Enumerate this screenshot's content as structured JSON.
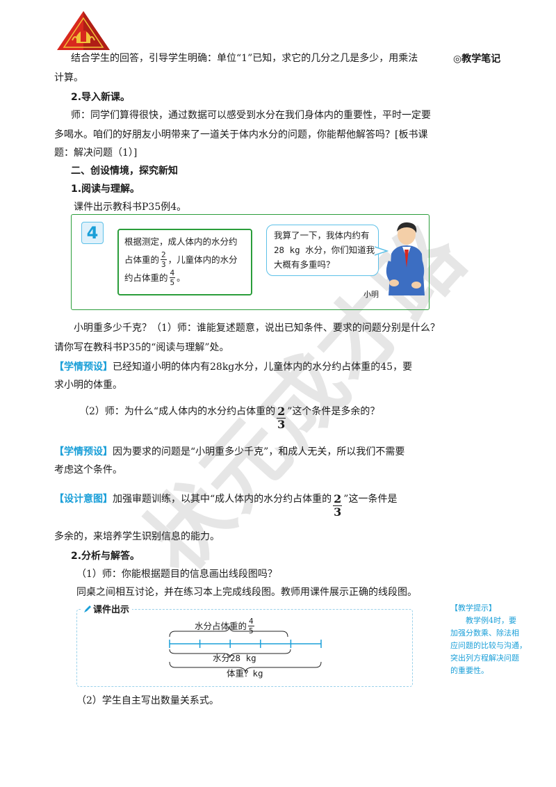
{
  "header": {
    "logo": "shield-logo"
  },
  "sidebar": {
    "notes_title": "◎教学笔记"
  },
  "lines": {
    "l1": "结合学生的回答，引导学生明确：单位“1”已知，求它的几分之几是多少，用乘法",
    "l2": "计算。",
    "h_intro": "2.导入新课。",
    "l3": "师：同学们算得很快，通过数据可以感受到水分在我们身体内的重要性，平时一定要",
    "l4": "多喝水。咱们的好朋友小明带来了一道关于体内水分的问题，你能帮他解答吗？[板书课",
    "l5": "题：解决问题（1）]",
    "h_sec2": "二、创设情境，探究新知",
    "h_read": "1.阅读与理解。",
    "l6": "课件出示教科书P35例4。",
    "l7": "小明重多少千克？（1）师：谁能复述题意，说出已知条件、要求的问题分别是什么？",
    "l8": "请你写在教科书P35的“阅读与理解”处。",
    "tag1": "【学情预设】",
    "l9": "已经知道小明的体内有28kg水分，儿童体内的水分约占体重的45，要",
    "l10": "求小明的体重。",
    "l11_pre": "（2）师：为什么“成人体内的水分约占体重的",
    "l11_post": "”这个条件是多余的？",
    "tag2": "【学情预设】",
    "l12": "因为要求的问题是“小明重多少千克”，和成人无关，所以我们不需要",
    "l13": "考虑这个条件。",
    "tag3": "【设计意图】",
    "l14_pre": "加强审题训练，以其中“成人体内的水分约占体重的",
    "l14_post": "”这一条件是",
    "l15": "多余的，来培养学生识别信息的能力。",
    "h_solve": "2.分析与解答。",
    "l16": "（1）师：你能根据题目的信息画出线段图吗？",
    "l17": "同桌之间相互讨论，并在练习本上完成线段图。教师用课件展示正确的线段图。",
    "l18": "（2）学生自主写出数量关系式。",
    "frac_2_3": {
      "num": "2",
      "den": "3"
    }
  },
  "example": {
    "number": "4",
    "card_pre": "根据测定，成人体内的水分约占体重的",
    "card_mid": "，儿童体内的水分约占体重的",
    "card_post": "。",
    "card_line1": "根据测定，成人体内的水分约",
    "card_line2_pre": "占体重的",
    "card_line2_post": "，儿童体内的水分",
    "card_line3_pre": "约占体重的",
    "card_line3_post": "。",
    "frac_a": {
      "num": "2",
      "den": "3"
    },
    "frac_b": {
      "num": "4",
      "den": "5"
    },
    "speech_1": "我算了一下，我体内约有",
    "speech_2": "28 kg 水分，你们知道我",
    "speech_3": "大概有多重吗？",
    "character_name": "小明"
  },
  "diagram": {
    "panel_title": "课件出示",
    "top_label": "水分占体重的",
    "top_frac": {
      "num": "4",
      "den": "5"
    },
    "mid_label": "水分28 kg",
    "bottom_label": "体重？kg",
    "segments": 5,
    "filled_segments": 4
  },
  "side_tip": {
    "title": "【教学提示】",
    "line1": "教学例4时，要",
    "line2": "加强分数乘、除法相",
    "line3": "应问题的比较与沟通，",
    "line4": "突出列方程解决问题",
    "line5": "的重要性。"
  },
  "watermark": "状元成才路",
  "colors": {
    "accent_blue": "#1a9fd8",
    "card_green": "#2a9d3a",
    "logo_red": "#d8281e"
  }
}
